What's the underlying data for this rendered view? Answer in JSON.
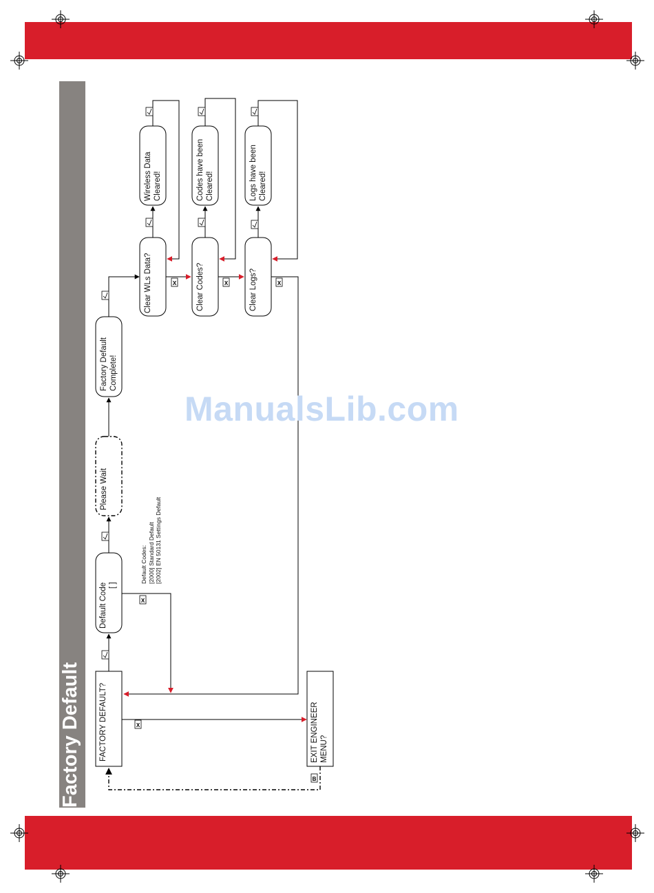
{
  "page": {
    "brand_color": "#d81e2a",
    "section_title": "Factory Default",
    "watermark": "ManualsLib.com"
  },
  "flow": {
    "factory_default": "FACTORY DEFAULT?",
    "default_code": {
      "line1": "Default Code",
      "line2": "[        ]"
    },
    "default_codes_note": {
      "line1": "Default Codes:",
      "line2": "[2000] Standard Default",
      "line3": "[2002] EN 50131 Settings Default"
    },
    "please_wait": "Please Wait",
    "factory_default_complete": {
      "line1": "Factory Default",
      "line2": "Complete!"
    },
    "clear_wls": "Clear WLs Data?",
    "wireless_cleared": {
      "line1": "Wireless Data",
      "line2": "Cleared!"
    },
    "clear_codes": "Clear Codes?",
    "codes_cleared": {
      "line1": "Codes have been",
      "line2": "Cleared!"
    },
    "clear_logs": "Clear Logs?",
    "logs_cleared": {
      "line1": "Logs have been",
      "line2": "Cleared!"
    },
    "exit_engineer": {
      "line1": "EXIT ENGINEER",
      "line2": "MENU?"
    },
    "key_x": "X",
    "key_b": "B"
  }
}
